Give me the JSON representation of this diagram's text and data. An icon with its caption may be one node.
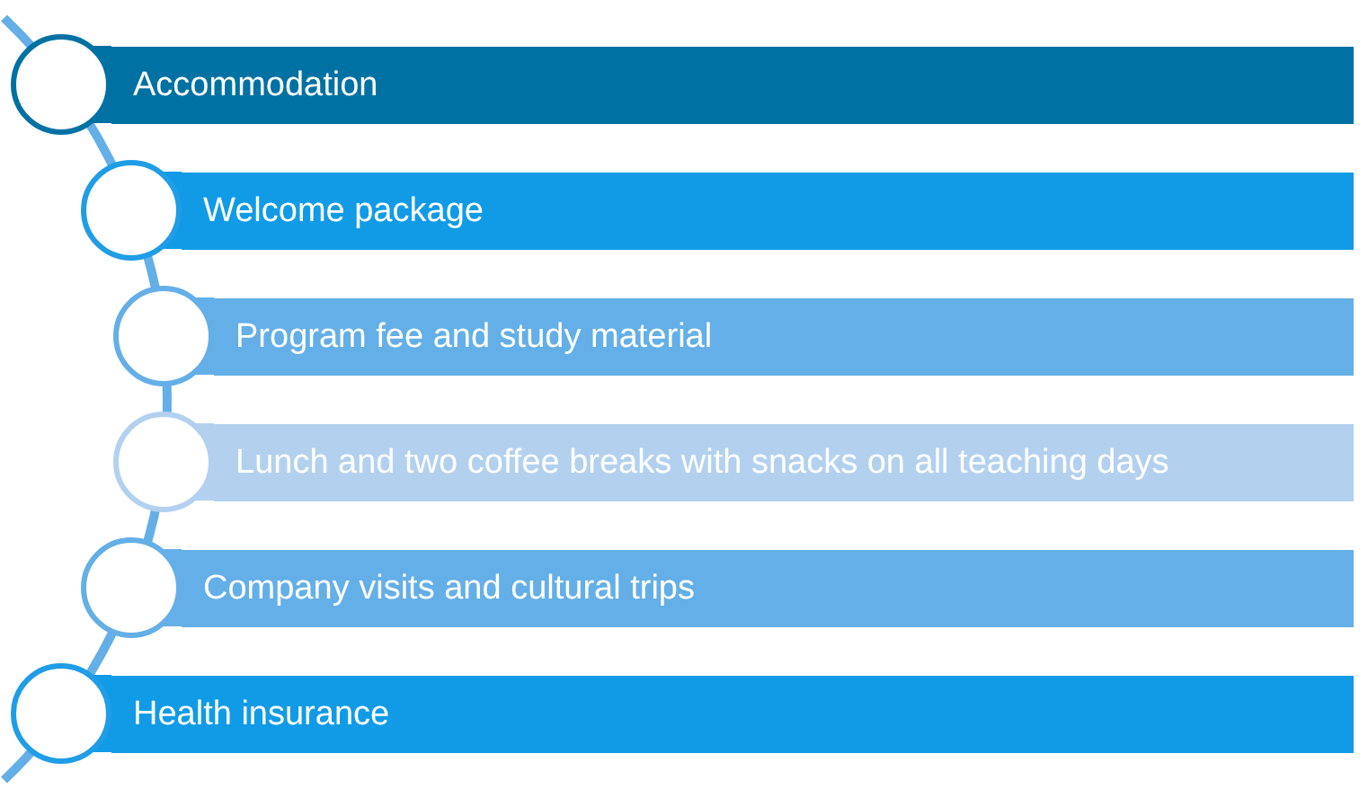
{
  "diagram": {
    "nodes": [
      {
        "text": [
          "Accommodation"
        ]
      },
      {
        "text": [
          "Welcome package"
        ]
      },
      {
        "text": [
          "Program fee and study material"
        ]
      },
      {
        "text": [
          "Lunch and two coffee breaks with snacks on all teaching days"
        ]
      },
      {
        "text": [
          "Company visits and cultural trips"
        ]
      },
      {
        "text": [
          "Health insurance"
        ]
      }
    ]
  }
}
